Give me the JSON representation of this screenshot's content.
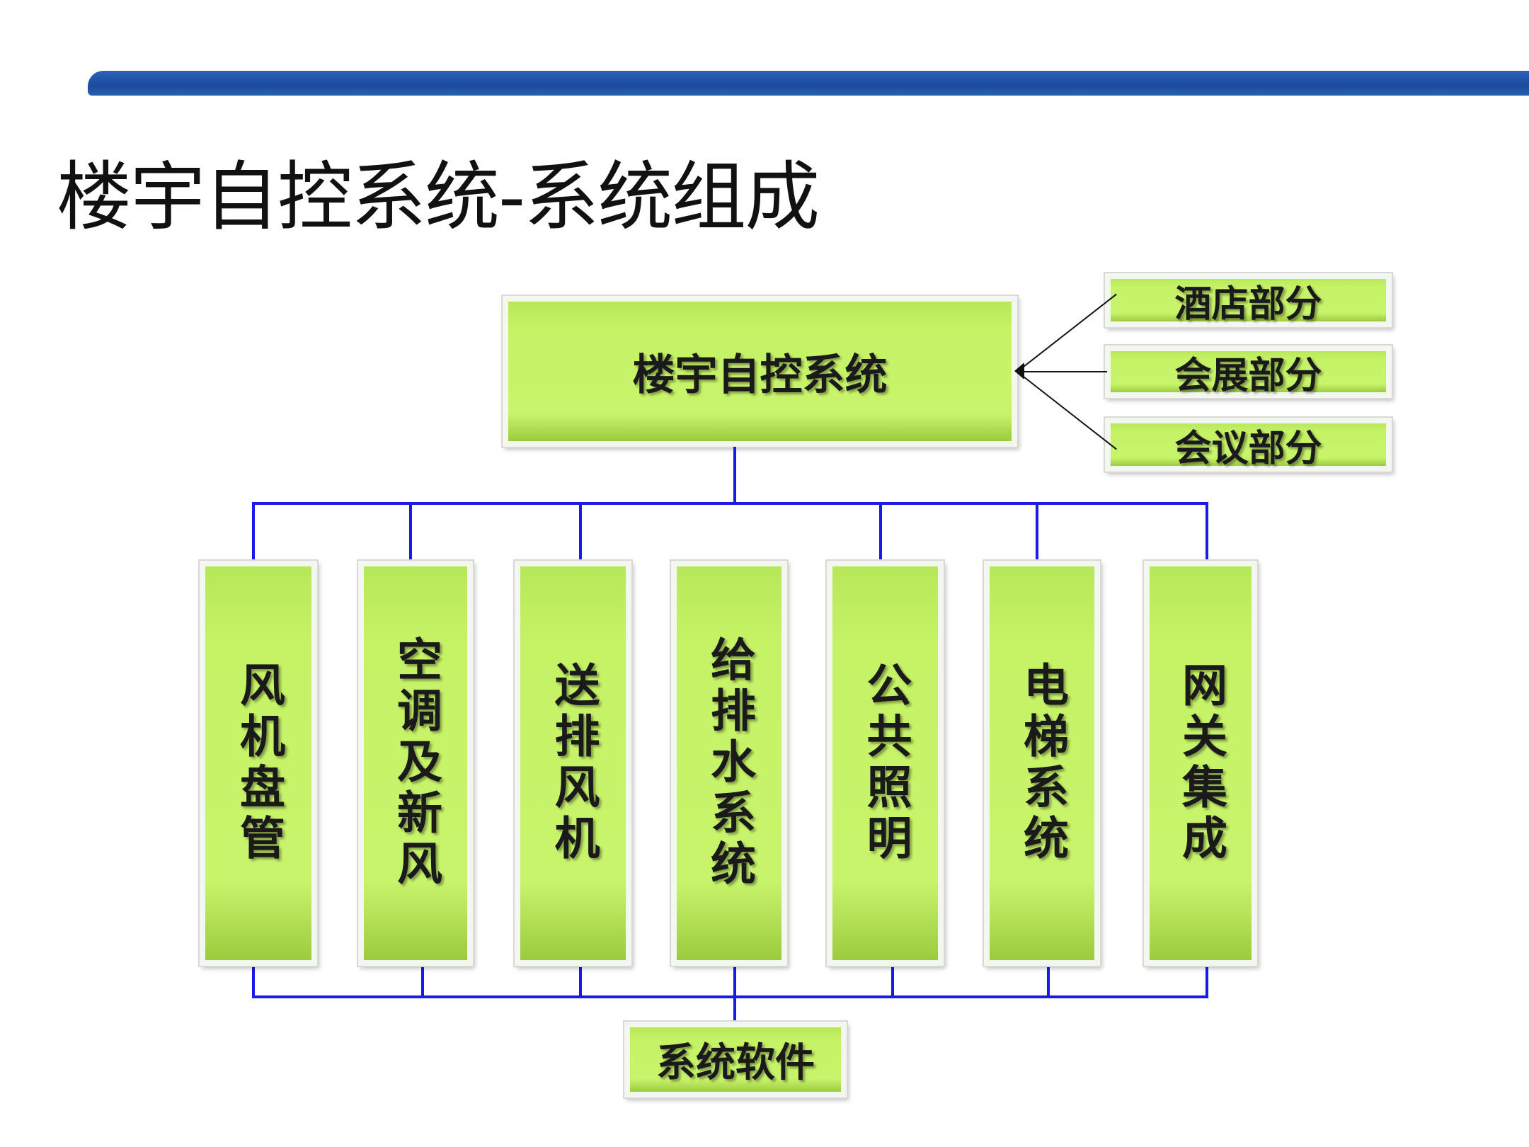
{
  "title": "楼宇自控系统-系统组成",
  "root": "楼宇自控系统",
  "parts": [
    "酒店部分",
    "会展部分",
    "会议部分"
  ],
  "subsystems": [
    "风机盘管",
    "空调及新风",
    "送排风机",
    "给排水系统",
    "公共照明",
    "电梯系统",
    "网关集成"
  ],
  "software": "系统软件",
  "colors": {
    "box_fill": "#c6f266",
    "connector": "#1a1ae6",
    "header_bar": "#1b4a9e"
  }
}
